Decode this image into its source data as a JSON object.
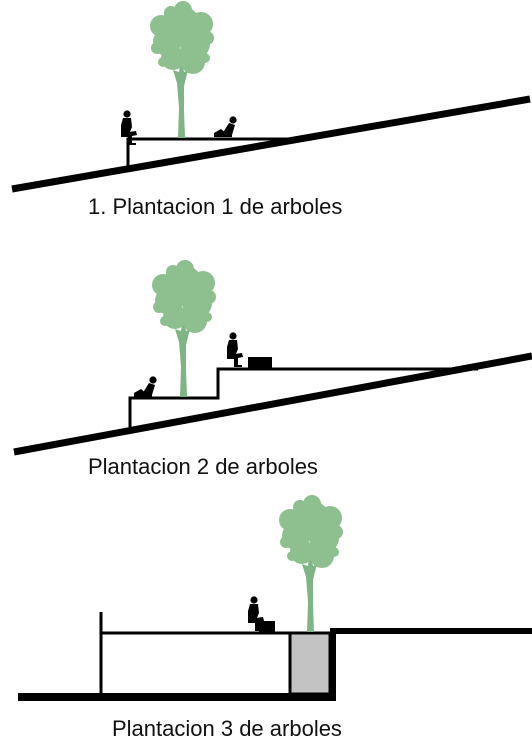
{
  "captions": {
    "panel_1": "1. Plantacion 1 de arboles",
    "panel_2": "Plantacion 2 de arboles",
    "panel_3": "Plantacion 3 de arboles"
  },
  "colors": {
    "line": "#000000",
    "tree_foliage": "#8dc08e",
    "tree_trunk": "#7fb584",
    "planter_fill": "#c3c3c3"
  },
  "icons": [
    "tree-icon",
    "person-sitting-icon",
    "person-reclining-icon",
    "bench-icon"
  ]
}
